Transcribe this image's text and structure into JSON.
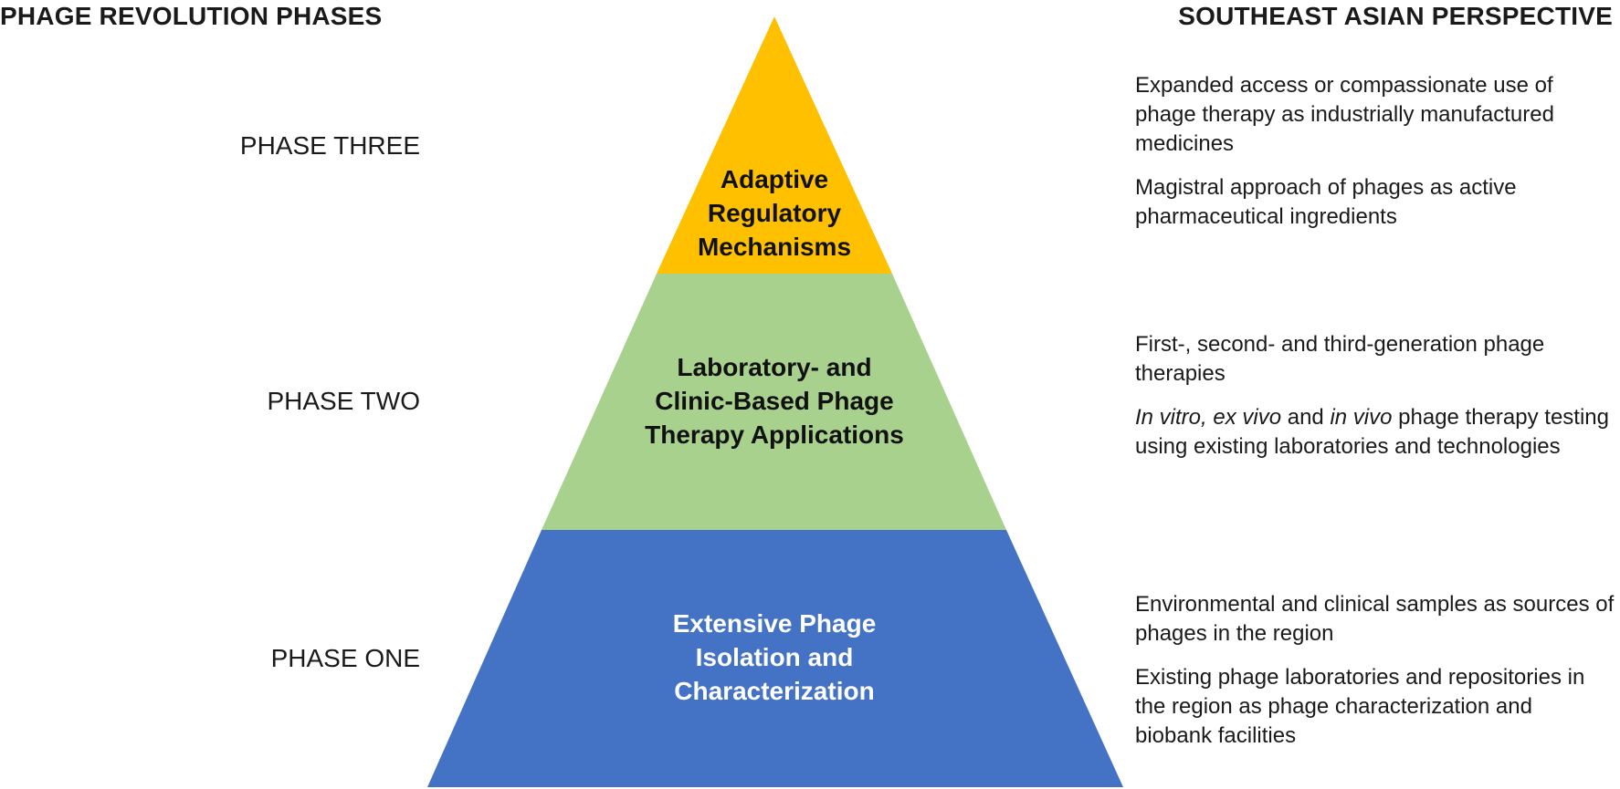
{
  "headers": {
    "left": "PHAGE REVOLUTION PHASES",
    "right": "SOUTHEAST ASIAN PERSPECTIVE"
  },
  "phases": {
    "three": "PHASE THREE",
    "two": "PHASE TWO",
    "one": "PHASE ONE"
  },
  "tiers": {
    "top": {
      "lines": [
        "Adaptive",
        "Regulatory",
        "Mechanisms"
      ],
      "color": "#FFC000"
    },
    "middle": {
      "lines": [
        "Laboratory- and",
        "Clinic-Based Phage",
        "Therapy Applications"
      ],
      "color": "#A9D18E"
    },
    "bottom": {
      "lines": [
        "Extensive Phage",
        "Isolation and",
        "Characterization"
      ],
      "color": "#4472C4"
    }
  },
  "perspective": {
    "three": [
      "Expanded access or compassionate use of phage therapy as industrially manufactured medicines",
      "Magistral approach of phages as active pharmaceutical ingredients"
    ],
    "two": {
      "item1": "First-, second- and third-generation phage therapies",
      "item2": {
        "italic1": "In vitro, ex vivo",
        "plain1": " and ",
        "italic2": "in vivo",
        "plain2": " phage therapy testing using existing laboratories and technologies"
      }
    },
    "one": [
      "Environmental and clinical samples as sources of phages in the region",
      "Existing phage laboratories and repositories in the region as phage characterization and biobank facilities"
    ]
  }
}
